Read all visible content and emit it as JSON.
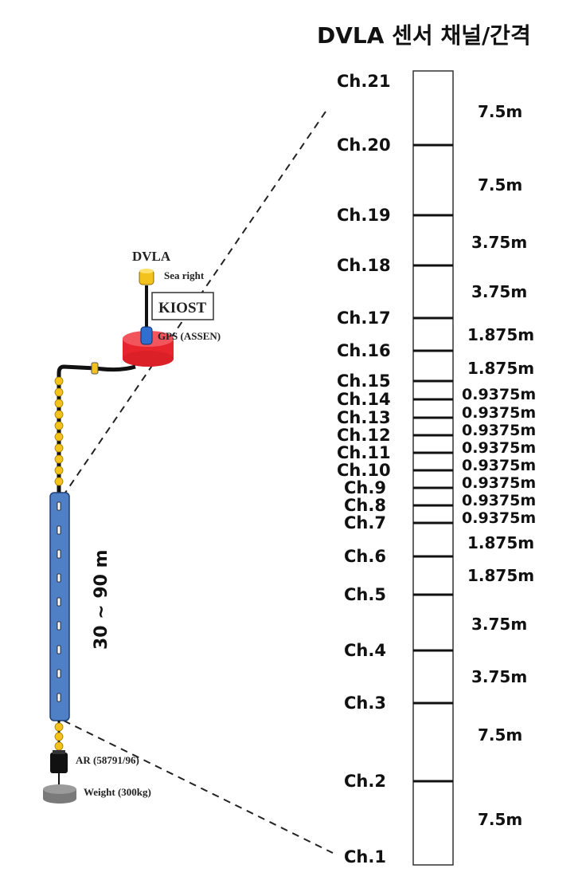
{
  "title": "DVLA 센서 채널/간격",
  "channels": [
    "Ch.1",
    "Ch.2",
    "Ch.3",
    "Ch.4",
    "Ch.5",
    "Ch.6",
    "Ch.7",
    "Ch.8",
    "Ch.9",
    "Ch.10",
    "Ch.11",
    "Ch.12",
    "Ch.13",
    "Ch.14",
    "Ch.15",
    "Ch.16",
    "Ch.17",
    "Ch.18",
    "Ch.19",
    "Ch.20",
    "Ch.21"
  ],
  "spacings": [
    "7.5m",
    "7.5m",
    "3.75m",
    "3.75m",
    "1.875m",
    "1.875m",
    "0.9375m",
    "0.9375m",
    "0.9375m",
    "0.9375m",
    "0.9375m",
    "0.9375m",
    "0.9375m",
    "0.9375m",
    "1.875m",
    "1.875m",
    "3.75m",
    "3.75m",
    "7.5m",
    "7.5m"
  ],
  "mooring": {
    "dvla_label": "DVLA",
    "sea_right_label": "Sea right",
    "kiost_label": "KIOST",
    "gps_label": "GPS (ASSEN)",
    "range_label": "30 ~ 90 m",
    "ar_label": "AR (58791/96)",
    "weight_label": "Weight (300kg)"
  },
  "colors": {
    "buoy": "#e8242c",
    "array": "#4f7fc4",
    "float": "#f4c21c",
    "gps": "#2f6fd0",
    "weight": "#7a7a7a"
  }
}
